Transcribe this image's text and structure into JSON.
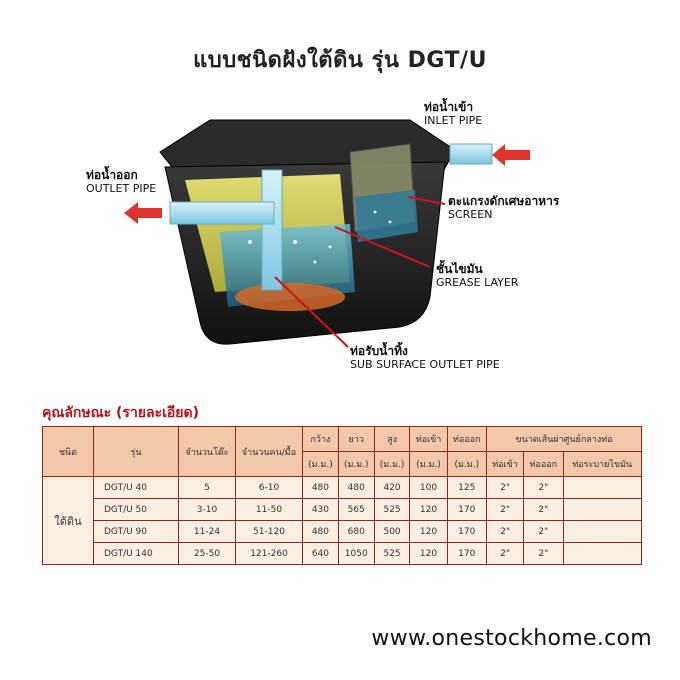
{
  "title": "แบบชนิดฝังใต้ดิน รุ่น DGT/U",
  "callouts": {
    "inlet": {
      "th": "ท่อน้ำเข้า",
      "en": "INLET PIPE"
    },
    "outlet": {
      "th": "ท่อน้ำออก",
      "en": "OUTLET PIPE"
    },
    "screen": {
      "th": "ตะแกรงดักเศษอาหาร",
      "en": "SCREEN"
    },
    "grease": {
      "th": "ชั้นไขมัน",
      "en": "GREASE LAYER"
    },
    "subsurface": {
      "th": "ท่อรับน้ำทิ้ง",
      "en": "SUB SURFACE OUTLET PIPE"
    }
  },
  "spec_heading": "คุณลักษณะ (รายละเอียด)",
  "table": {
    "headers": {
      "type": "ชนิด",
      "model": "รุ่น",
      "tables": "จำนวนโต๊ะ",
      "persons": "จำนวนคน/มื้อ",
      "width": "กว้าง",
      "length": "ยาว",
      "height": "สูง",
      "inlet": "ท่อเข้า",
      "outlet": "ท่อออก",
      "unit": "(ม.ม.)",
      "center_group": "ขนาดเส้นผ่าศูนย์กลางท่อ",
      "sub_inlet": "ท่อเข้า",
      "sub_outlet": "ท่อออก",
      "sub_drain": "ท่อระบายไขมัน"
    },
    "type_value": "ใต้ดิน",
    "rows": [
      {
        "model": "DGT/U   40",
        "tables": "5",
        "persons": "6-10",
        "width": "480",
        "length": "480",
        "height": "420",
        "inlet": "100",
        "outlet": "125",
        "d_in": "2\"",
        "d_out": "2\"",
        "d_drain": ""
      },
      {
        "model": "DGT/U   50",
        "tables": "3-10",
        "persons": "11-50",
        "width": "430",
        "length": "565",
        "height": "525",
        "inlet": "120",
        "outlet": "170",
        "d_in": "2\"",
        "d_out": "2\"",
        "d_drain": ""
      },
      {
        "model": "DGT/U   90",
        "tables": "11-24",
        "persons": "51-120",
        "width": "480",
        "length": "680",
        "height": "500",
        "inlet": "120",
        "outlet": "170",
        "d_in": "2\"",
        "d_out": "2\"",
        "d_drain": ""
      },
      {
        "model": "DGT/U  140",
        "tables": "25-50",
        "persons": "121-260",
        "width": "640",
        "length": "1050",
        "height": "525",
        "inlet": "120",
        "outlet": "170",
        "d_in": "2\"",
        "d_out": "2\"",
        "d_drain": ""
      }
    ]
  },
  "footer": "www.onestockhome.com",
  "colors": {
    "accent_red": "#b5121b",
    "header_fill": "#f3c8a8",
    "row_fill": "#fbeee2",
    "tank_body": "#1f1f1f",
    "liquid": "#e9e86a",
    "water": "#3a8fb0"
  }
}
